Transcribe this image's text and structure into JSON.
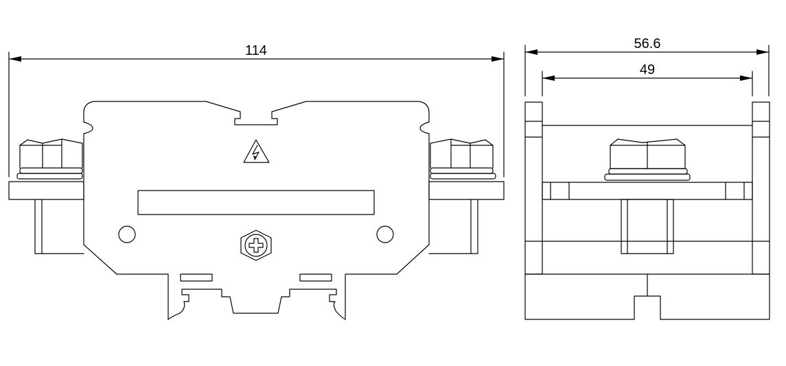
{
  "drawing": {
    "dimensions": {
      "overall_width": "114",
      "side_outer_width": "56.6",
      "side_inner_width": "49"
    },
    "symbols": {
      "warning": "high-voltage-warning-icon",
      "screw": "phillips-screw-icon"
    },
    "colors": {
      "line": "#000000",
      "background": "#ffffff"
    }
  }
}
